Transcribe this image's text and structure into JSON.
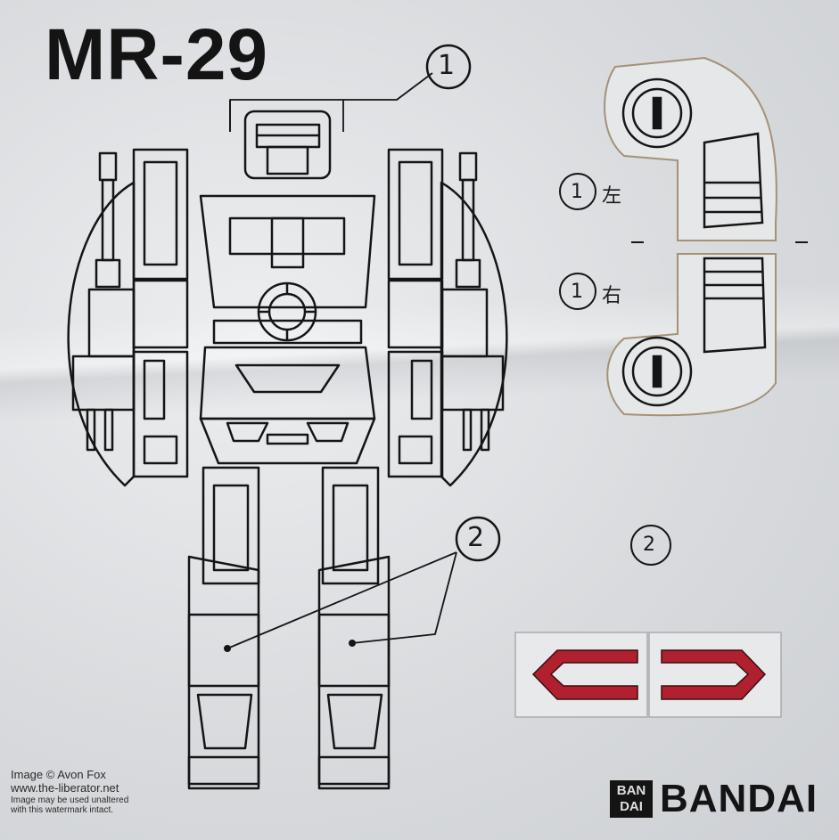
{
  "sheet": {
    "title": "MR-29",
    "callouts": {
      "upper_label": "①",
      "lower_label": "②",
      "sticker_left_num": "①",
      "sticker_left_kanji": "左",
      "sticker_right_num": "①",
      "sticker_right_kanji": "右",
      "sticker_lower_num": "②"
    },
    "brand": {
      "box_top": "BAN",
      "box_bottom": "DAI",
      "word": "BANDAI"
    },
    "watermark": {
      "line1": "Image © Avon Fox",
      "line2": "www.the-liberator.net",
      "line3": "Image may be used unaltered",
      "line4": "with this watermark intact."
    },
    "colors": {
      "ink": "#141414",
      "paper": "#dcdee0",
      "sticker_red": "#b0202e",
      "sticker_foil": "#e6e7e9"
    }
  }
}
